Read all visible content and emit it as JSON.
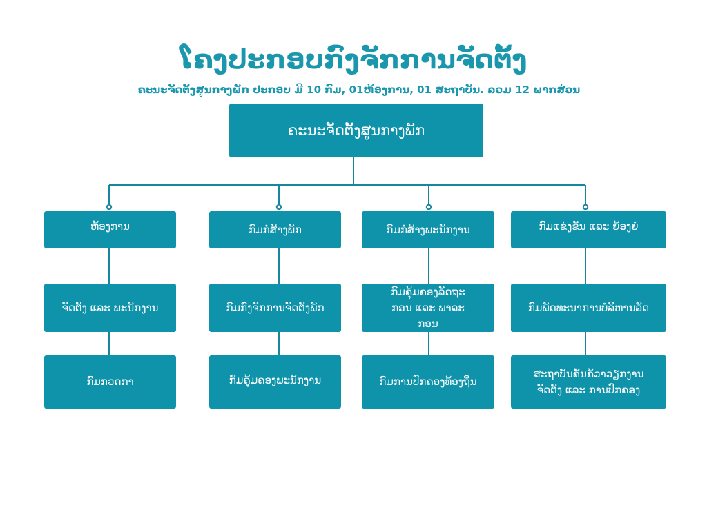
{
  "title": "ໂຄງປະກອບກົງຈັກການຈັດຕັ້ງ",
  "subtitle": "ຄະນະຈັດຕັ້ງສູນກາງພັກ ປະກອບ ມີ 10 ກົມ, 01ຫ້ອງການ, 01 ສະຖາບັນ. ລວມ 12 ພາກສ່ວນ",
  "colors": {
    "accent": "#1a97ad",
    "box": "#0e93aa",
    "line": "#1787a0"
  },
  "root": "ຄະນະຈັດຕັ້ງສູນກາງພັກ",
  "columns": [
    {
      "items": [
        "ຫ້ອງການ",
        "ຈັດຕັ້ງ ແລະ ພະນັກງານ",
        "ກົມກວດກາ"
      ]
    },
    {
      "items": [
        "ກົມກໍ່ສ້າງພັກ",
        "ກົມກົງຈັກການຈັດຕັ້ງພັກ",
        "ກົມຄຸ້ມຄອງພະນັກງານ"
      ]
    },
    {
      "items": [
        "ກົມກໍ່ສ້າງພະນັກງານ",
        "ກົມຄຸ້ມຄອງລັດຖະກອນ ແລະ ພາລະກອນ",
        "ກົມການປົກຄອງທ້ອງຖິ່ນ"
      ]
    },
    {
      "items": [
        "ກົມແຂ່ງຂັນ ແລະ ຍ້ອງຍໍ",
        "ກົມພັດທະນາການບໍລິຫານລັດ",
        "ສະຖາບັນຄົ້ນຄ້ວາວຽກງານຈັດຕັ້ງ ແລະ ການປົກຄອງ"
      ]
    }
  ]
}
